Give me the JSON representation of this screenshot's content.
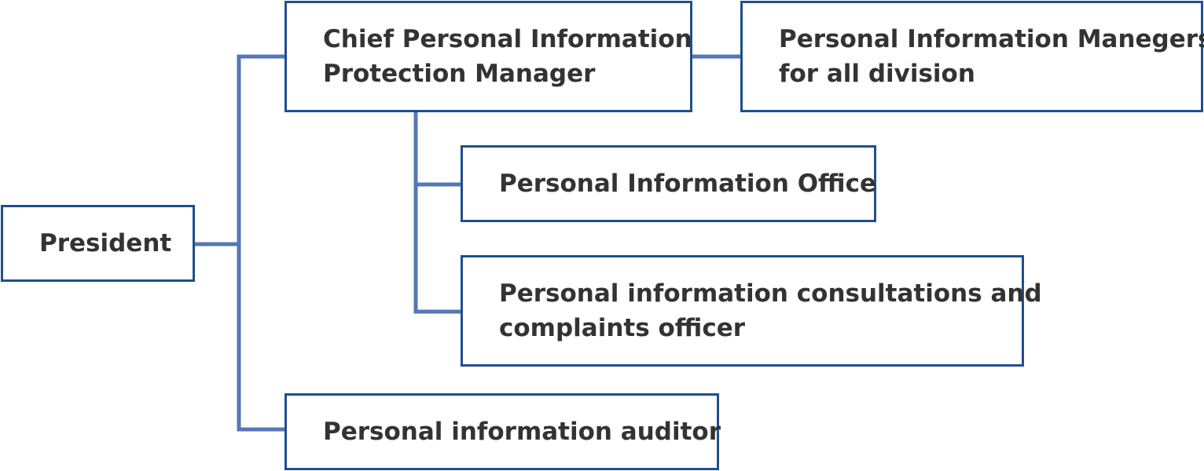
{
  "diagram": {
    "colors": {
      "box_border": "#1f4f8e",
      "connector": "#5577b5",
      "text": "#333333",
      "background": "#ffffff"
    },
    "nodes": {
      "president": {
        "label": "President"
      },
      "chief_manager": {
        "label_line1": "Chief Personal Information",
        "label_line2": "Protection Manager"
      },
      "division_managers": {
        "label_line1": "Personal Information Manegers",
        "label_line2": "for all division"
      },
      "office": {
        "label": "Personal Information Office"
      },
      "complaints_officer": {
        "label_line1": "Personal information consultations and",
        "label_line2": "complaints officer"
      },
      "auditor": {
        "label": "Personal information auditor"
      }
    }
  }
}
